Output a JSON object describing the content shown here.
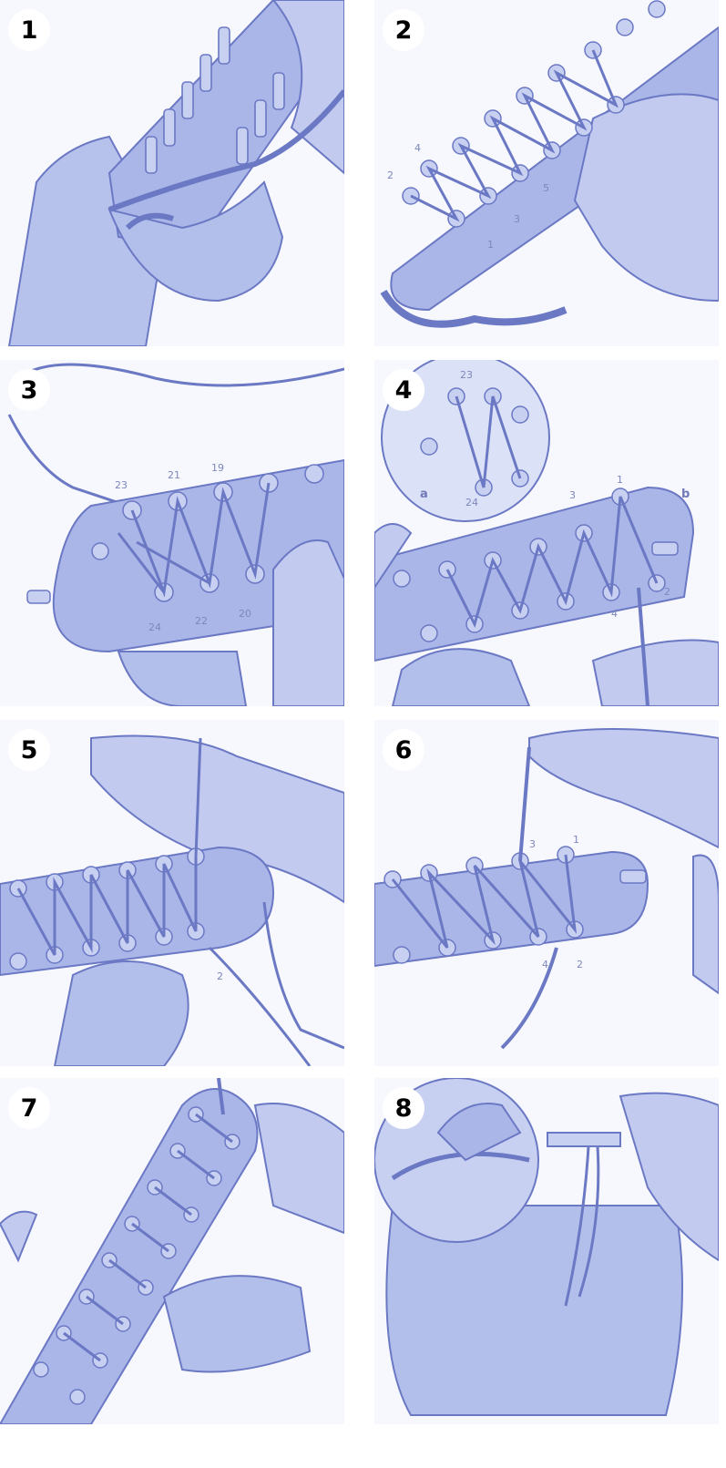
{
  "steps": [
    {
      "number": "1",
      "labels": []
    },
    {
      "number": "2",
      "labels": [
        "2",
        "4",
        "5",
        "3",
        "1"
      ]
    },
    {
      "number": "3",
      "labels": [
        "23",
        "21",
        "19",
        "24",
        "22",
        "20"
      ]
    },
    {
      "number": "4",
      "labels": [
        "23",
        "24",
        "a",
        "3",
        "1",
        "b",
        "4",
        "2"
      ]
    },
    {
      "number": "5",
      "labels": [
        "2"
      ]
    },
    {
      "number": "6",
      "labels": [
        "3",
        "1",
        "4",
        "2"
      ]
    },
    {
      "number": "7",
      "labels": []
    },
    {
      "number": "8",
      "labels": []
    }
  ],
  "colors": {
    "ink": "#6b78c4",
    "fill": "#b7c2ec",
    "fill_dark": "#95a3de",
    "paper": "#f7f8fd"
  }
}
